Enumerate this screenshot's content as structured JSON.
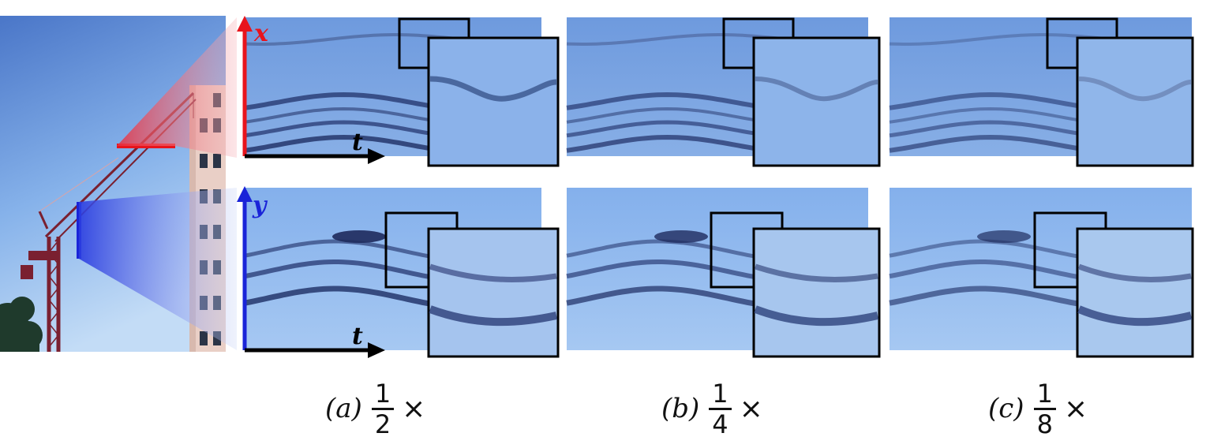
{
  "axes": {
    "top_vertical": "x",
    "bottom_vertical": "y",
    "horizontal": "t"
  },
  "captions": [
    {
      "label": "(a)",
      "numerator": "1",
      "denominator": "2",
      "suffix": "×"
    },
    {
      "label": "(b)",
      "numerator": "1",
      "denominator": "4",
      "suffix": "×"
    },
    {
      "label": "(c)",
      "numerator": "1",
      "denominator": "8",
      "suffix": "×"
    }
  ],
  "colors": {
    "sky": "#6f9ade",
    "strip": "#7ba4e0",
    "stripe": "#2c3f78",
    "x_axis": "#e8141c",
    "y_axis": "#1a24d8",
    "crane": "#7a2030"
  }
}
